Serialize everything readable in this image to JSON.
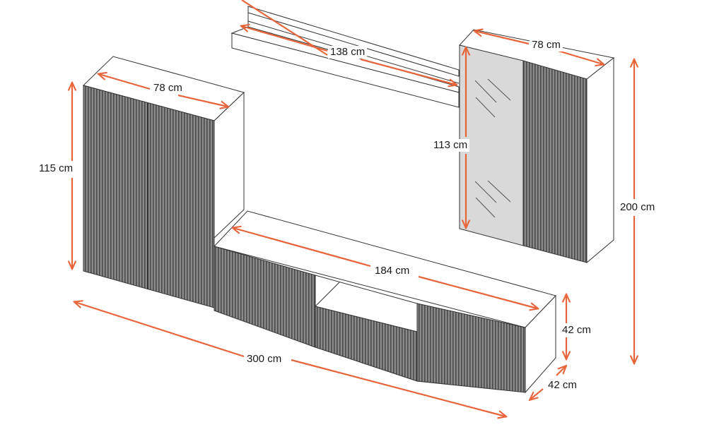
{
  "diagram": {
    "title": "",
    "accent_color": "#e8643a",
    "line_color": "#333333",
    "front_color": "#6e6e6e",
    "glass_color": "#d9d9d9",
    "components": [
      {
        "id": "wall-shelf",
        "name": "Wall shelf",
        "dimensions": {
          "width": "138 cm"
        }
      },
      {
        "id": "tall-cabinet-left",
        "name": "Hanging cabinet (fluted doors)",
        "dimensions": {
          "width": "78 cm",
          "height": "115 cm"
        }
      },
      {
        "id": "tall-cabinet-right",
        "name": "Cabinet with glass door + fluted door",
        "dimensions": {
          "width": "78 cm",
          "glass_height": "113 cm",
          "total_height": "200 cm"
        }
      },
      {
        "id": "tv-stand",
        "name": "TV stand (fluted drawers, open niche)",
        "dimensions": {
          "width": "184 cm",
          "height": "42 cm",
          "depth": "42 cm"
        }
      }
    ],
    "overall": {
      "width": "300 cm"
    },
    "labels": {
      "shelf_width": "138 cm",
      "left_cabinet_width": "78 cm",
      "left_cabinet_height": "115 cm",
      "right_cabinet_width": "78 cm",
      "right_glass_height": "113 cm",
      "right_total_height": "200 cm",
      "tv_width": "184 cm",
      "tv_height": "42 cm",
      "tv_depth": "42 cm",
      "overall_width": "300 cm"
    }
  }
}
